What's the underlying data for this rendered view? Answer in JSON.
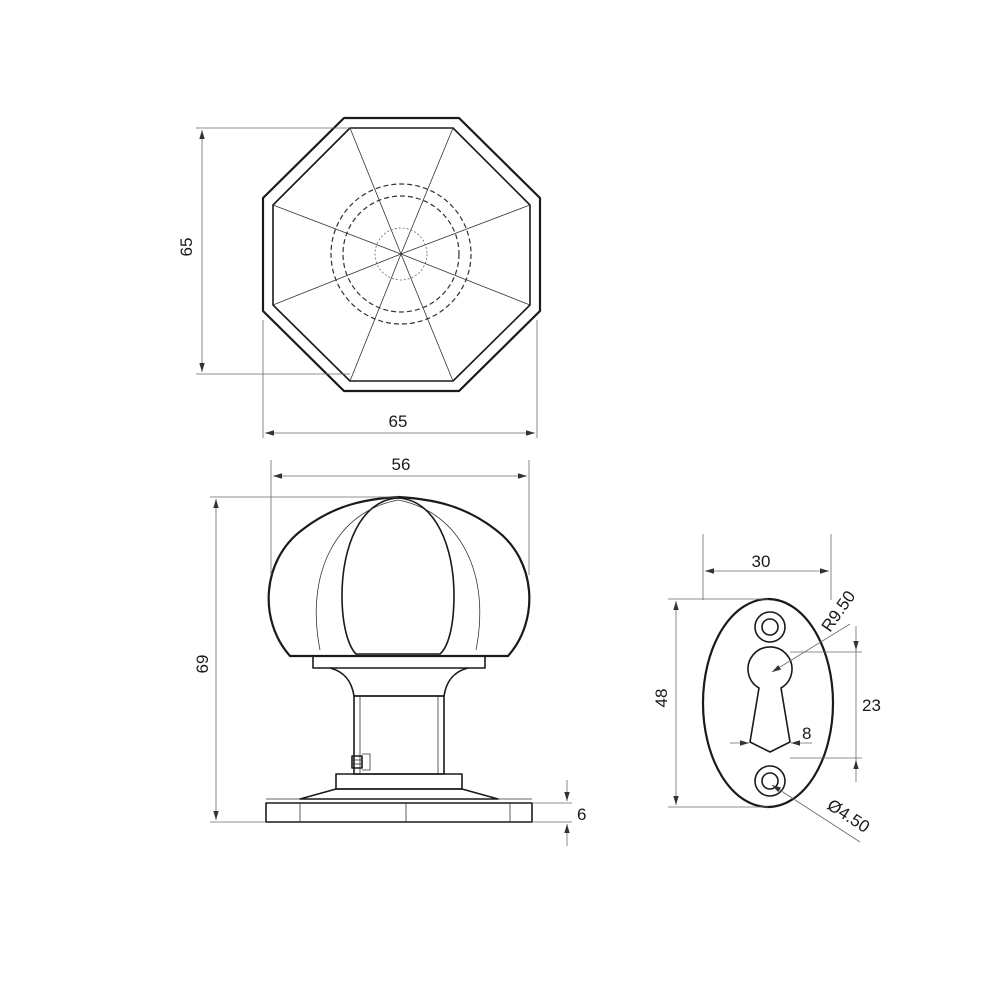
{
  "top_view": {
    "height_dim": "65",
    "width_dim": "65"
  },
  "side_view": {
    "width_dim": "56",
    "height_dim": "69",
    "base_dim": "6"
  },
  "escutcheon": {
    "width_dim": "30",
    "height_dim": "48",
    "radius_dim": "R9.50",
    "keyhole_dim": "23",
    "slot_dim": "8",
    "hole_dim": "Ø4.50"
  }
}
